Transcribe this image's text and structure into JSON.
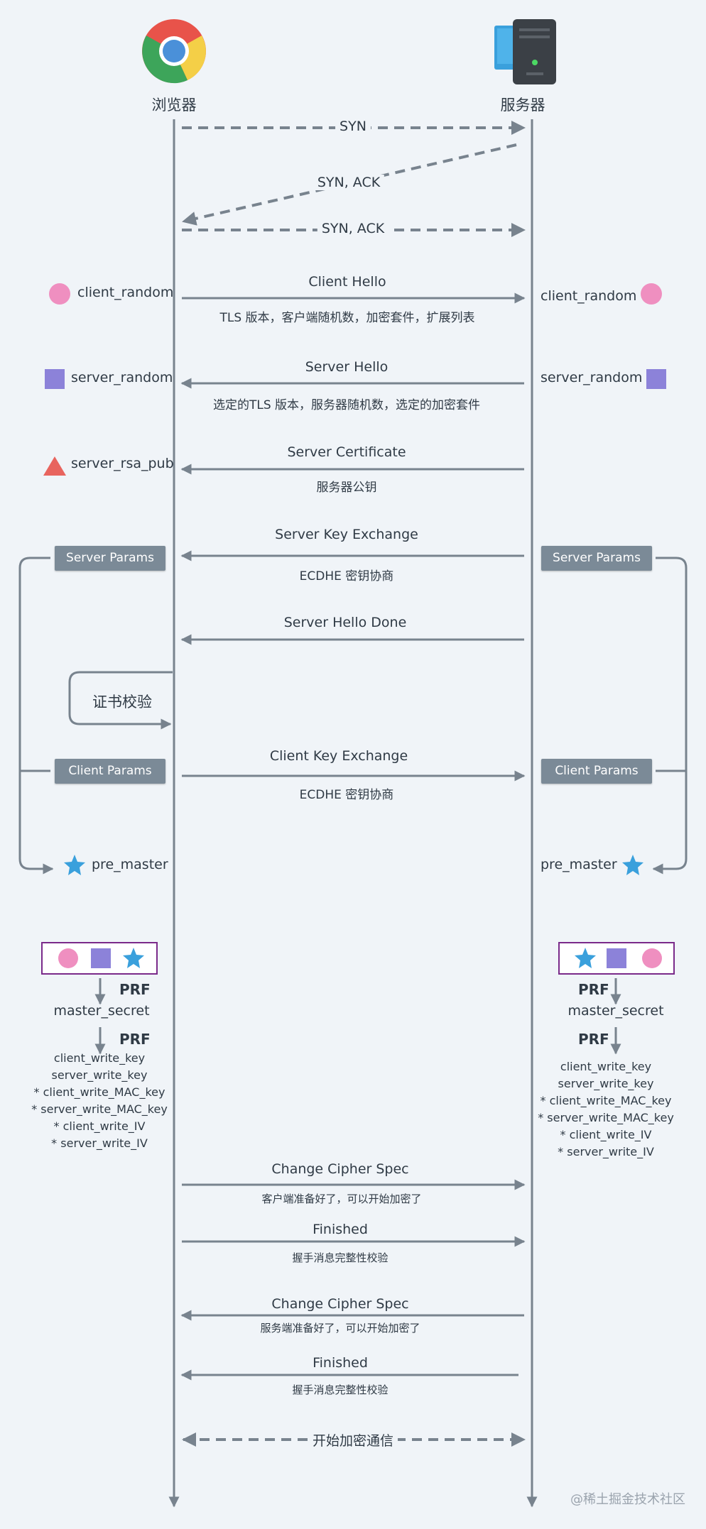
{
  "actors": {
    "browser": "浏览器",
    "server": "服务器"
  },
  "messages": {
    "syn": "SYN",
    "syn_ack": "SYN, ACK",
    "ack": "SYN, ACK",
    "client_hello": "Client Hello",
    "client_hello_sub": "TLS 版本，客户端随机数，加密套件，扩展列表",
    "server_hello": "Server Hello",
    "server_hello_sub": "选定的TLS 版本，服务器随机数，选定的加密套件",
    "server_cert": "Server Certificate",
    "server_cert_sub": "服务器公钥",
    "ske": "Server Key Exchange",
    "ske_sub": "ECDHE 密钥协商",
    "shd": "Server Hello Done",
    "cke": "Client Key Exchange",
    "cke_sub": "ECDHE 密钥协商",
    "ccs1": "Change Cipher Spec",
    "ccs1_sub": "客户端准备好了，可以开始加密了",
    "fin1": "Finished",
    "fin1_sub": "握手消息完整性校验",
    "ccs2": "Change Cipher Spec",
    "ccs2_sub": "服务端准备好了，可以开始加密了",
    "fin2": "Finished",
    "fin2_sub": "握手消息完整性校验",
    "encrypted": "开始加密通信"
  },
  "left": {
    "client_random": "client_random",
    "server_random": "server_random",
    "server_rsa_pub": "server_rsa_pub",
    "server_params": "Server Params",
    "cert_verify": "证书校验",
    "client_params": "Client Params",
    "pre_master": "pre_master",
    "prf1": "PRF",
    "master_secret": "master_secret",
    "prf2": "PRF",
    "keys": [
      "client_write_key",
      "server_write_key",
      "* client_write_MAC_key",
      "* server_write_MAC_key",
      "* client_write_IV",
      "* server_write_IV"
    ]
  },
  "right": {
    "client_random": "client_random",
    "server_random": "server_random",
    "server_params": "Server Params",
    "client_params": "Client Params",
    "pre_master": "pre_master",
    "prf1": "PRF",
    "master_secret": "master_secret",
    "prf2": "PRF",
    "keys": [
      "client_write_key",
      "server_write_key",
      "* client_write_MAC_key",
      "* server_write_MAC_key",
      "* client_write_IV",
      "* server_write_IV"
    ]
  },
  "watermark": "@稀土掘金技术社区",
  "colors": {
    "line": "#78838e",
    "client_random": "#ef8fc0",
    "server_random": "#8c82d9",
    "rsa_pub": "#e8645e",
    "pre_master": "#3aa0dc",
    "box_border": "#7a2a8a",
    "tag_bg": "#7b8a97"
  },
  "icons": {
    "browser": "chrome-icon",
    "server": "server-tower-icon"
  }
}
